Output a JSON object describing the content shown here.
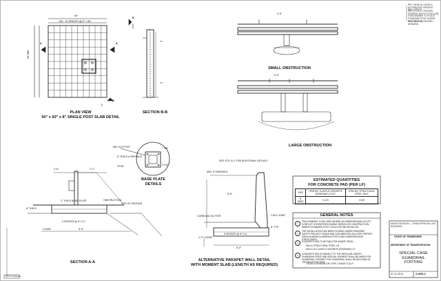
{
  "drawing": {
    "plan_view_title": "PLAN VIEW",
    "plan_view_subtitle": "60\" x 60\" x 8\" SINGLE POST SLAB DETAIL",
    "section_bb": "SECTION B-B",
    "section_aa": "SECTION A-A",
    "small_obstruction": "SMALL OBSTRUCTION",
    "large_obstruction": "LARGE OBSTRUCTION",
    "base_plate_details": "BASE PLATE\nDETAILS",
    "parapet_title": "ALTERNATIVE PARAPET WALL DETAIL",
    "parapet_subtitle": "WITH MOMENT SLAB (LENGTH AS REQUIRED)",
    "dim_60": "60\"",
    "dim_plan_spaces": "W4 · 10 SPACES @ 6\" = 60\"",
    "dim_side": "60\" MIN",
    "label_a": "A",
    "label_b": "B",
    "dim_4_6": "4'-6\"",
    "dim_6": "6'-0\"",
    "estimated_title": "ESTIMATED QUANTITIES",
    "estimated_sub": "FOR CONCRETE PAD (PER LF)",
    "qty_headers": [
      "SIZE",
      "ITEM NO. CLASS A CONCRETE (ROADWAY) CY/LF",
      "ITEM NO. STRUCTURAL STEEL LB/LF"
    ],
    "qty_row": [
      "5' WIDE",
      "0.123",
      "13.83"
    ],
    "general_notes_title": "GENERAL NOTES",
    "notes": [
      "THIS DRAWING TO BE USED WHERE AN UNDERGROUND UTILITY CONFLICT IS IDENTIFIED DURING DESIGN OR CONSTRUCTION WHERE STANDARD POST COULD NOT BE INSTALLED.",
      "THE INSTALLATION HAS BEEN STUDIED UNDER ROADSIDE SAFETY PROJECT FUNDS AND DOCUMENTED ON A TEST REPORT USING W-BEAM GUARDRAIL POSTS AND UNDERGROUND STRUCTURES.",
      "CONCRETE PAD TO BE PAID FOR UNDER ITEMS:",
      "CONCRETE PAD IS SUBJECT TO THE REGULAR LENGTH GUARDRAIL PRICE AND SPECIAL PAYMENT SHALL BE MADE FOR GUARDRAIL; PAYMENT FOR GUARDRAIL SHALL BE INCLUDED IN THE PRICE FOR ITEM"
    ],
    "note_items": [
      "604-01    STRUCTURAL STEEL    LB",
      "604-01-01    CLASS A CONCRETE (ROADWAY)    CY"
    ],
    "note_last": "705-06-01      W-BEAM GR (TYPE 2 MASH TL3)    LF",
    "rev_lines": [
      "REV. 08-08-16: GUIDE & ALTERNATIVE PARAPET WALL DETAIL.",
      "REV. 07-04-17: REVISED GENERAL NOTE TO INCLUDE ITEM NUMBER TO PLACE STANDARD POST WHERE ROUTED FOR.",
      "REV. 08-03-18: REVISED DRAWING."
    ],
    "state_of": "STATE OF TENNESSEE",
    "department": "DEPARTMENT OF TRANSPORTATION",
    "title_block": "SPECIAL CASE\nGUARDRAIL\nFOOTING",
    "approved_note": "MINOR REVISION — FHWA APPROVAL NOT REQUIRED",
    "date": "07-11-2013",
    "sheet_no": "S-GRS-3",
    "not_to_scale": "NOT TO SCALE",
    "sec_aa_labels": [
      "3'-8\"",
      "1'-2\"",
      "2'-0\"",
      "6\" TYP.",
      "9 SPACES @ 6\" O.C.",
      "INCH MIN.",
      "OBSTRUCTION",
      "TOP OF GROUND",
      "6\" THICK",
      "3'-0\"",
      "5'-0\"",
      "CLEAR"
    ],
    "parapet_labels": [
      "MIN. 8' SIDEWALK",
      "SEE STD-11-1 FOR ADDITIONAL DETAILS",
      "CURB AND GUTTER",
      "COLD JOINT",
      "6\" TYP.",
      "2'-2\" CLEAR",
      "8'-0\"",
      "6'-6\"",
      "5 SPACES @ 8\" O.C."
    ],
    "base_plate_labels": [
      "W6 x 8.5 POST",
      "1\" THICK BASE PLATE",
      "5\" THICK & REPLACE",
      "STUD",
      "7 1/8\"",
      "3 1/4\""
    ]
  }
}
